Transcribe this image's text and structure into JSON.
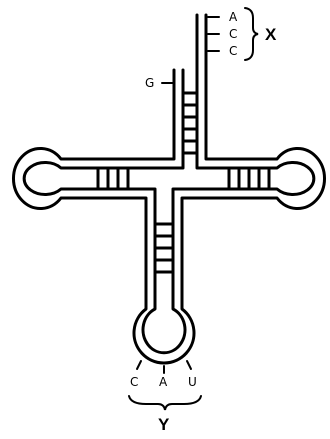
{
  "diagram": {
    "label_x": "X",
    "label_y": "Y",
    "acceptor_bases": [
      "A",
      "C",
      "C"
    ],
    "five_prime_base": "G",
    "anticodon_bases": [
      "C",
      "A",
      "U"
    ],
    "colors": {
      "line": "#000000",
      "background": "#ffffff"
    }
  }
}
